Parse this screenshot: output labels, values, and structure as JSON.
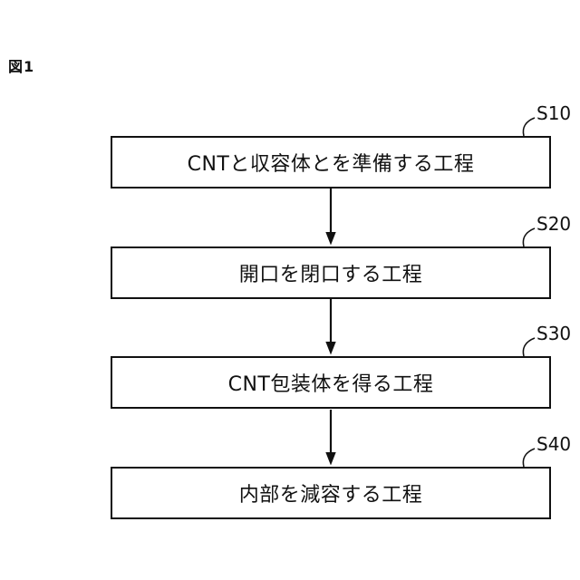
{
  "figure_label": "図1",
  "flowchart": {
    "steps": [
      {
        "id": "S10",
        "text": "CNTと収容体とを準備する工程"
      },
      {
        "id": "S20",
        "text": "開口を閉口する工程"
      },
      {
        "id": "S30",
        "text": "CNT包装体を得る工程"
      },
      {
        "id": "S40",
        "text": "内部を減容する工程"
      }
    ]
  },
  "colors": {
    "line": "#111111",
    "text": "#111111",
    "background": "#ffffff"
  }
}
